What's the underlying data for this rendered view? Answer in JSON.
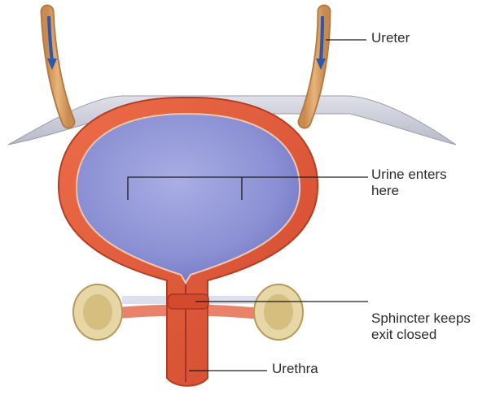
{
  "labels": {
    "ureter": "Ureter",
    "urine_line1": "Urine enters",
    "urine_line2": "here",
    "sphincter_line1": "Sphincter keeps",
    "sphincter_line2": "exit closed",
    "urethra": "Urethra"
  },
  "colors": {
    "wall": "#e25a3a",
    "wall_dark": "#c9452a",
    "lumen": "#8a8fd4",
    "lumen_light": "#a9aee3",
    "ureter_tube": "#d9a66a",
    "flow_arrow": "#2f56a8",
    "peritoneum": "#c9cbd6",
    "bone": "#e7d6a6",
    "leader_line": "#1a1a1a"
  }
}
